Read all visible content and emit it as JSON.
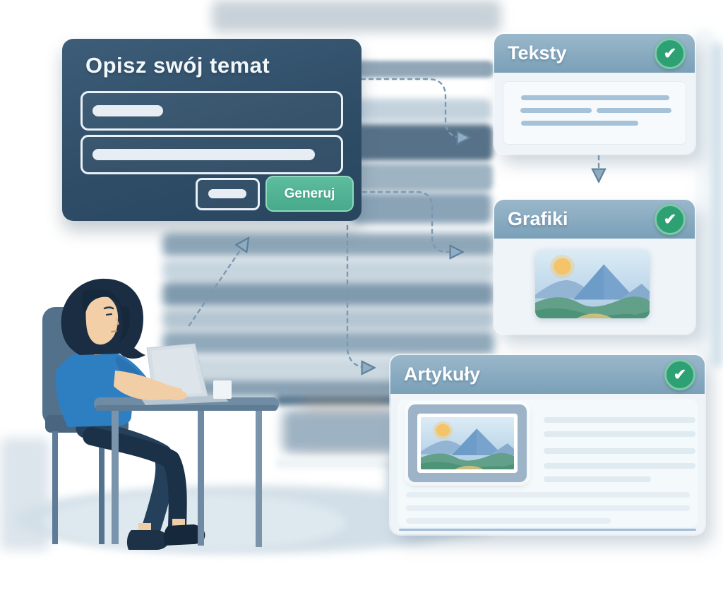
{
  "form": {
    "title": "Opisz swój temat",
    "generate_label": "Generuj"
  },
  "cards": [
    {
      "id": "teksty",
      "title": "Teksty",
      "status": "done",
      "content": "text-placeholder-lines"
    },
    {
      "id": "grafiki",
      "title": "Grafiki",
      "status": "done",
      "content": "mountain-landscape-image"
    },
    {
      "id": "artykuly",
      "title": "Artykuły",
      "status": "done",
      "content": "mountain-landscape-image-with-text-lines"
    }
  ],
  "icons": {
    "check": "✔"
  },
  "connections": [
    {
      "from": "form",
      "to": "teksty",
      "style": "dashed-arrow"
    },
    {
      "from": "teksty",
      "to": "grafiki",
      "style": "dashed-arrow"
    },
    {
      "from": "form",
      "to": "grafiki",
      "style": "dashed-arrow"
    },
    {
      "from": "form",
      "to": "artykuly",
      "style": "dashed-arrow"
    },
    {
      "from": "person",
      "to": "form",
      "style": "dashed-arrow"
    }
  ],
  "illustration": {
    "scene": "person-typing-on-laptop-at-desk"
  },
  "colors": {
    "panel_bg": "#2f4d67",
    "accent_green": "#4db395",
    "card_header": "#85a8c0",
    "check_green": "#2da173",
    "arrow": "#7b99b2",
    "placeholder_line": "#a6c2d8",
    "shirt_blue": "#2e7fc2",
    "sun_yellow": "#f5c468"
  }
}
